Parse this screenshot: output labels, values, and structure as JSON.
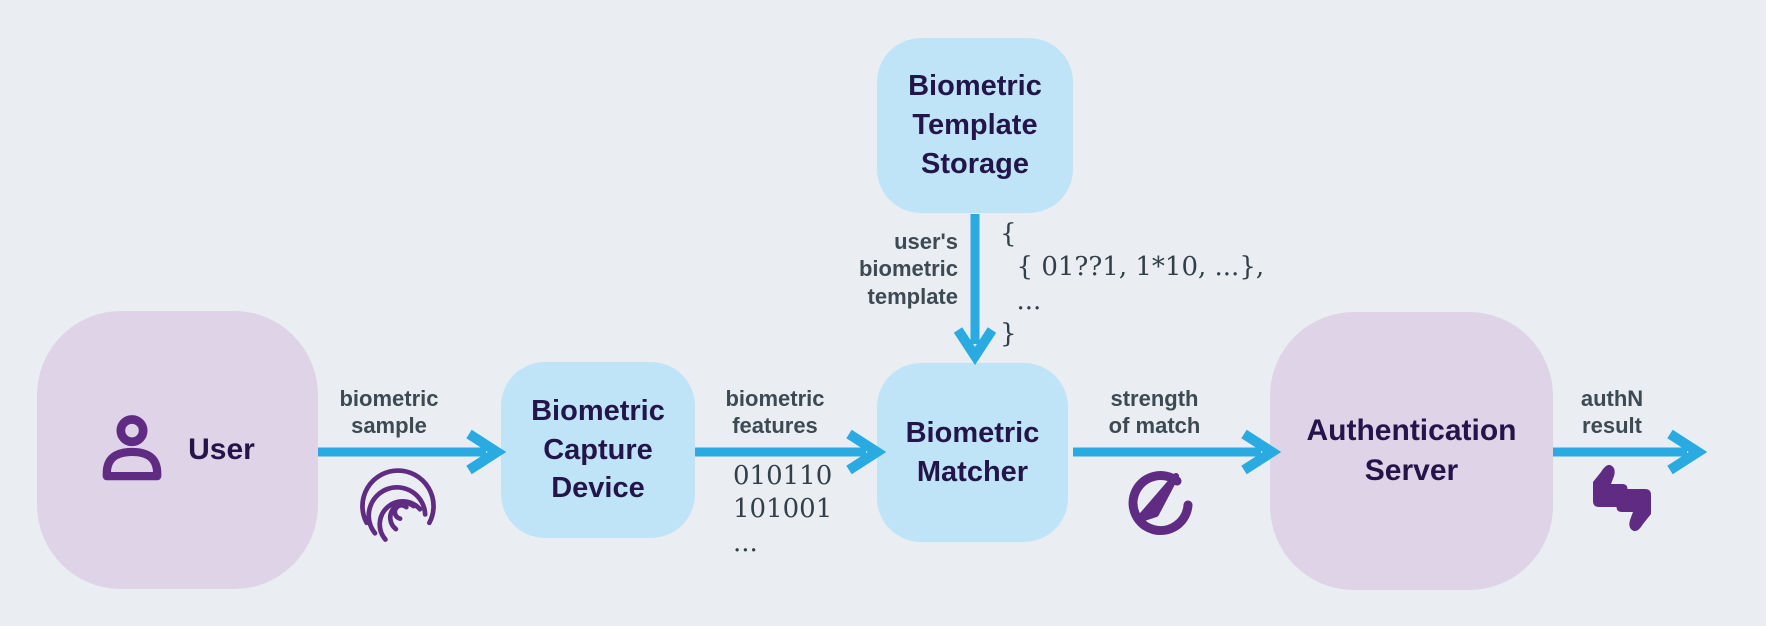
{
  "nodes": {
    "user": {
      "label": "User"
    },
    "capture_device": {
      "label": "Biometric\nCapture\nDevice"
    },
    "template_storage": {
      "label": "Biometric\nTemplate\nStorage"
    },
    "matcher": {
      "label": "Biometric\nMatcher"
    },
    "auth_server": {
      "label": "Authentication\nServer"
    }
  },
  "edges": {
    "biometric_sample": {
      "label": "biometric\nsample",
      "icon": "fingerprint-icon"
    },
    "biometric_features": {
      "label": "biometric\nfeatures",
      "annotation": "010110\n101001\n..."
    },
    "user_template": {
      "label": "user's\nbiometric\ntemplate",
      "annotation": "{\n  { 01??1, 1*10, ...},\n  ...\n}"
    },
    "strength_of_match": {
      "label": "strength\nof match",
      "icon": "gauge-icon"
    },
    "authn_result": {
      "label": "authN\nresult",
      "icon": "thumbs-up-down-icon"
    }
  },
  "colors": {
    "background": "#eaeef2",
    "node_blue": "#bfe4f8",
    "node_purple": "#ded3e7",
    "node_text": "#23154a",
    "label_text": "#3d4a54",
    "annotation_text": "#333f48",
    "arrow": "#29abe2",
    "icon_purple": "#5f2b83"
  }
}
